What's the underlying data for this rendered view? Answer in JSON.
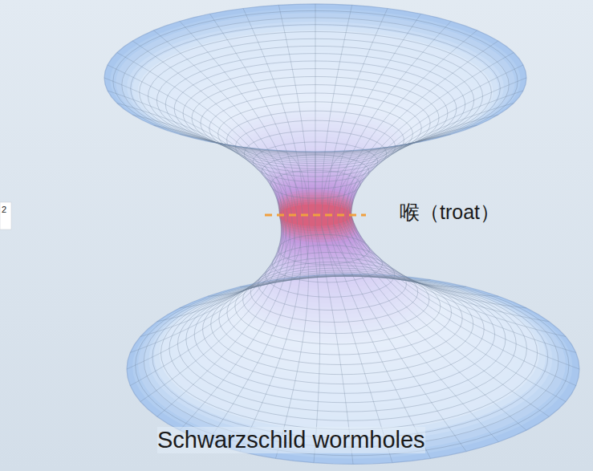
{
  "diagram": {
    "labels": [
      "2",
      "喉（troat）",
      "Schwarzschild wormholes"
    ]
  }
}
